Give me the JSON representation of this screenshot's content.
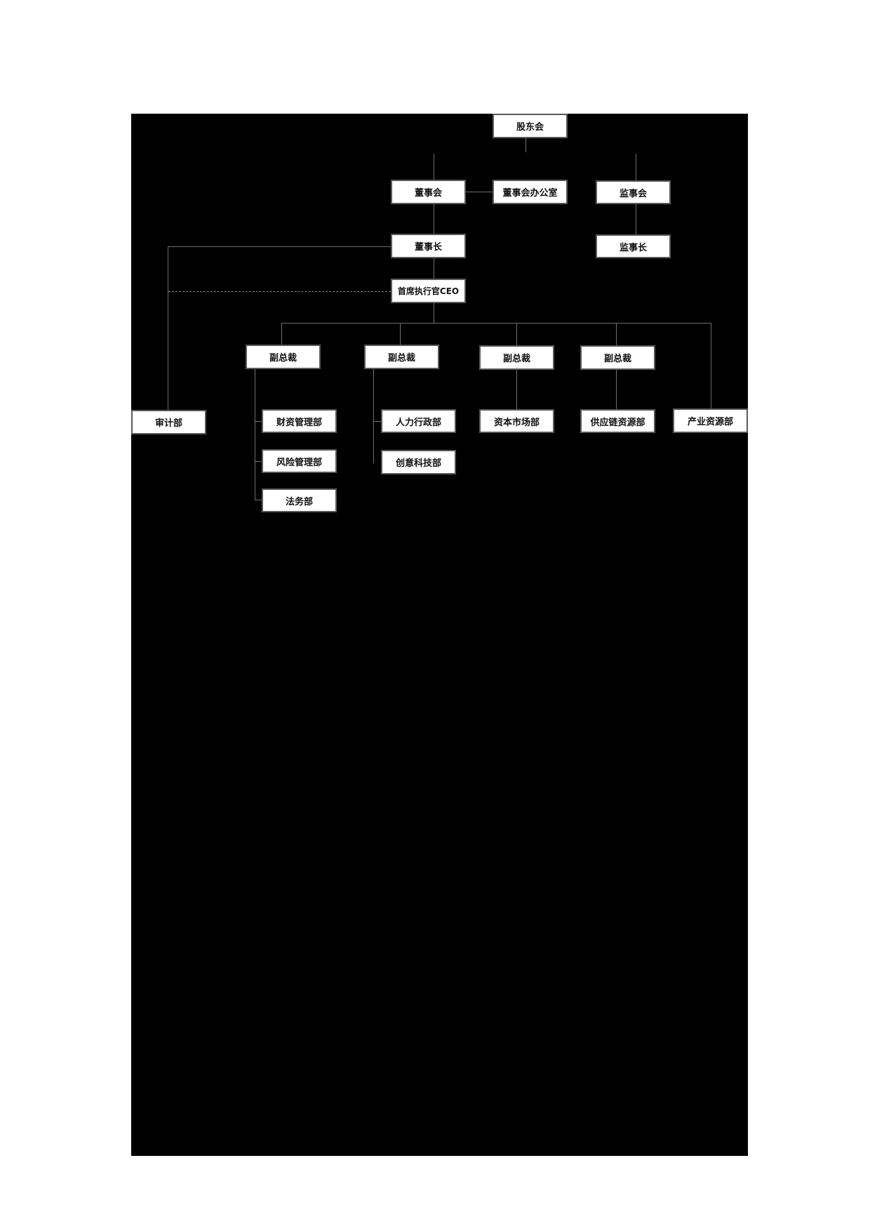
{
  "diagram": {
    "type": "org-chart",
    "background": "#000000",
    "box_fill": "#ffffff",
    "box_border": "#5a5a5a",
    "line_color": "#6e6e6e",
    "nodes": {
      "shareholders": "股东会",
      "board": "董事会",
      "board_office": "董事会办公室",
      "supervisory_board": "监事会",
      "chairman": "董事长",
      "chief_supervisor": "监事长",
      "ceo": "首席执行官CEO",
      "vp1": "副总裁",
      "vp2": "副总裁",
      "vp3": "副总裁",
      "vp4": "副总裁",
      "audit": "审计部",
      "finance": "财资管理部",
      "risk": "风险管理部",
      "legal": "法务部",
      "hr_admin": "人力行政部",
      "creative_tech": "创意科技部",
      "capital_markets": "资本市场部",
      "supply_chain": "供应链资源部",
      "industry_resources": "产业资源部"
    },
    "edges": [
      [
        "股东会",
        "董事会"
      ],
      [
        "股东会",
        "监事会"
      ],
      [
        "董事会",
        "董事会办公室"
      ],
      [
        "董事会",
        "董事长"
      ],
      [
        "监事会",
        "监事长"
      ],
      [
        "董事长",
        "首席执行官CEO"
      ],
      [
        "董事长",
        "审计部"
      ],
      [
        "首席执行官CEO",
        "审计部",
        "dashed"
      ],
      [
        "首席执行官CEO",
        "副总裁(1)"
      ],
      [
        "首席执行官CEO",
        "副总裁(2)"
      ],
      [
        "首席执行官CEO",
        "副总裁(3)"
      ],
      [
        "首席执行官CEO",
        "副总裁(4)"
      ],
      [
        "首席执行官CEO",
        "产业资源部"
      ],
      [
        "副总裁(1)",
        "财资管理部"
      ],
      [
        "副总裁(1)",
        "风险管理部"
      ],
      [
        "副总裁(1)",
        "法务部"
      ],
      [
        "副总裁(2)",
        "人力行政部"
      ],
      [
        "副总裁(2)",
        "创意科技部"
      ],
      [
        "副总裁(3)",
        "资本市场部"
      ],
      [
        "副总裁(4)",
        "供应链资源部"
      ]
    ]
  }
}
